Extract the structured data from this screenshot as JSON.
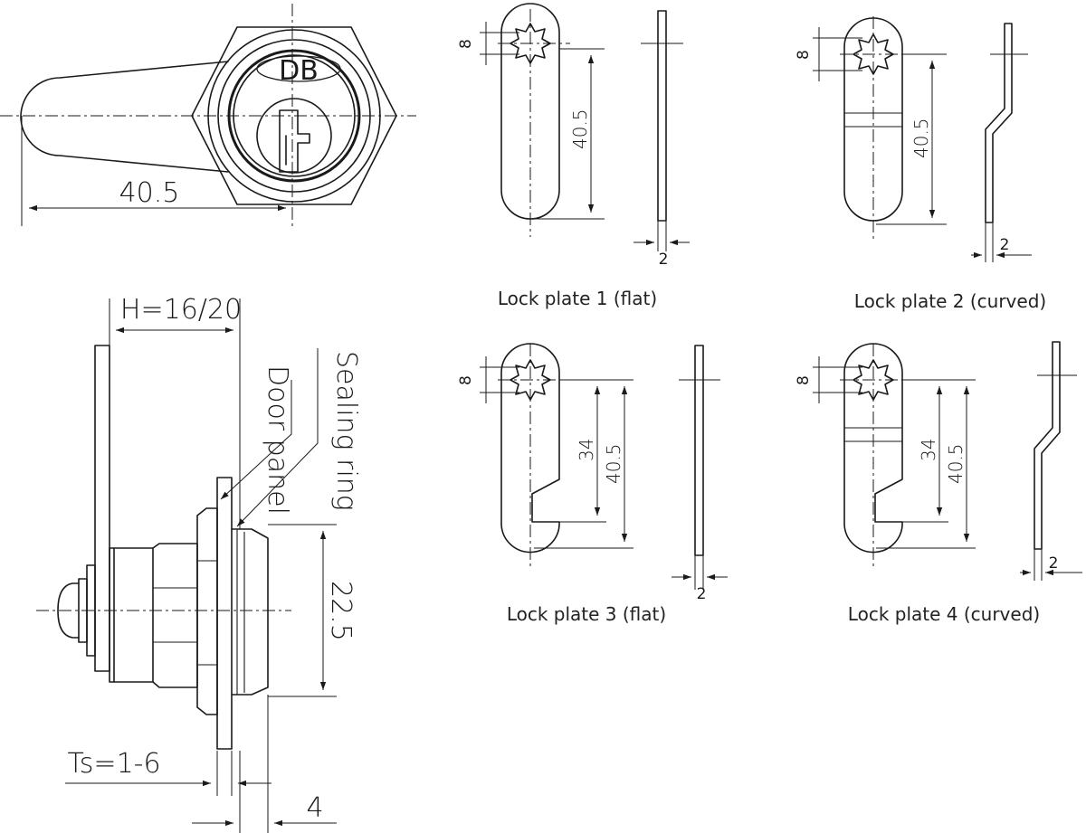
{
  "front_view": {
    "dim_length": "40.5",
    "logo": "DB"
  },
  "side_view": {
    "dim_height": "H=16/20",
    "label_sealing_ring": "Sealing ring",
    "label_door_panel": "Door panel",
    "dim_thread": "22.5",
    "dim_thickness": "Ts=1-6",
    "dim_offset": "4"
  },
  "plates": [
    {
      "caption": "Lock plate 1 (flat)",
      "dim_hole": "8",
      "dim_length": "40.5",
      "dim_thickness": "2"
    },
    {
      "caption": "Lock plate 2 (curved)",
      "dim_hole": "8",
      "dim_length": "40.5",
      "dim_thickness": "2"
    },
    {
      "caption": "Lock plate 3 (flat)",
      "dim_hole": "8",
      "dim_notch": "34",
      "dim_length": "40.5",
      "dim_thickness": "2"
    },
    {
      "caption": "Lock plate 4 (curved)",
      "dim_hole": "8",
      "dim_notch": "34",
      "dim_length": "40.5",
      "dim_thickness": "2"
    }
  ]
}
